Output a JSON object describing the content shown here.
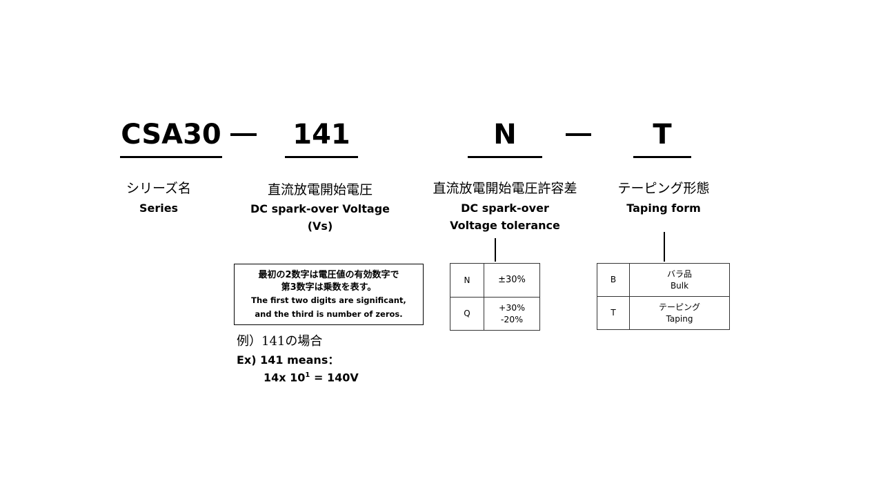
{
  "part_number": {
    "series": "CSA30",
    "separator": "—",
    "voltage_code": "141",
    "tolerance_code": "N",
    "taping_code": "T"
  },
  "labels": {
    "series": {
      "jp": "シリーズ名",
      "en": "Series"
    },
    "voltage": {
      "jp": "直流放電開始電圧",
      "en1": "DC spark-over  Voltage",
      "en2": "(Vs)"
    },
    "tolerance": {
      "jp": "直流放電開始電圧許容差",
      "en1": "DC spark-over",
      "en2": "Voltage tolerance"
    },
    "taping": {
      "jp": "テーピング形態",
      "en": "Taping  form"
    }
  },
  "voltage_note": {
    "jp1": "最初の2数字は電圧値の有効数字で",
    "jp2": "第3数字は乗数を表す。",
    "en1": "The first two digits are significant,",
    "en2": "and the third is number of zeros."
  },
  "example": {
    "jp": "例）141の場合",
    "en": "Ex)   141 means：",
    "calc_prefix": "14x 10",
    "calc_exp": "1",
    "calc_suffix": " = 140V"
  },
  "tolerance_table": [
    {
      "code": "N",
      "value1": "±30%",
      "value2": ""
    },
    {
      "code": "Q",
      "value1": "+30%",
      "value2": "-20%"
    }
  ],
  "taping_table": [
    {
      "code": "B",
      "jp": "バラ品",
      "en": "Bulk"
    },
    {
      "code": "T",
      "jp": "テーピング",
      "en": "Taping"
    }
  ]
}
